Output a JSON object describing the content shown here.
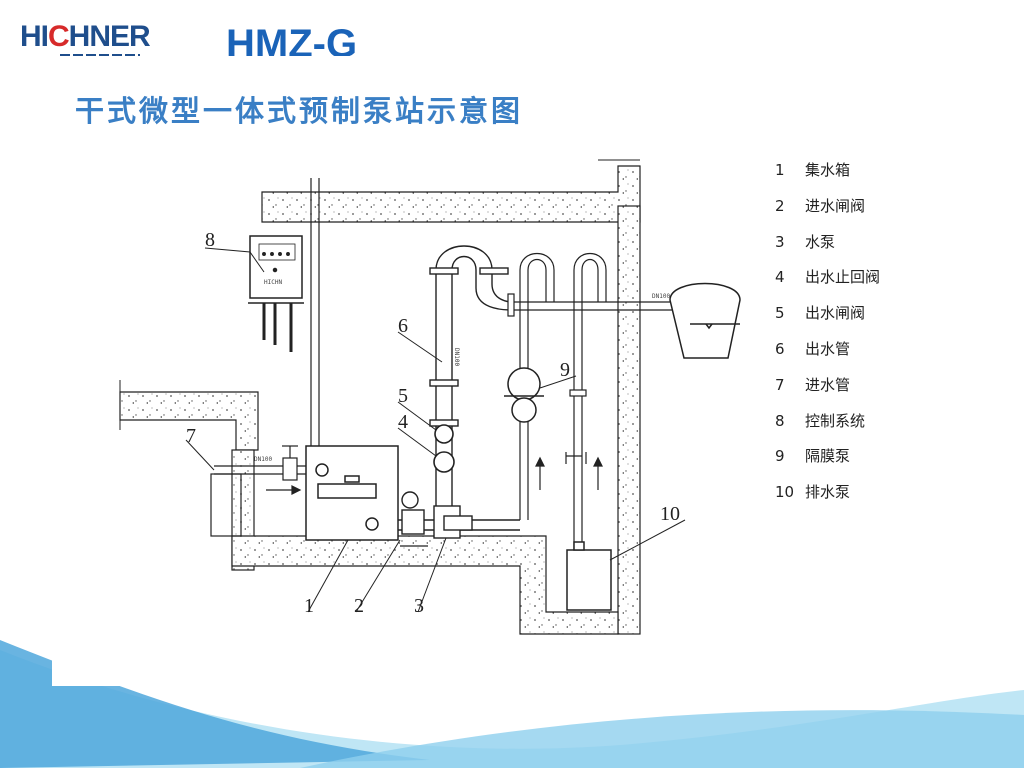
{
  "header": {
    "logo_main": "HI",
    "logo_accent": "C",
    "logo_rest": "HNER",
    "model": "HMZ-G",
    "subtitle": "干式微型一体式预制泵站示意图"
  },
  "diagram": {
    "callouts": [
      "1",
      "2",
      "3",
      "4",
      "5",
      "6",
      "7",
      "8",
      "9",
      "10"
    ],
    "control_box_brand": "HICHN",
    "pipe_spec": "DN100"
  },
  "legend": [
    {
      "num": "1",
      "label": "集水箱"
    },
    {
      "num": "2",
      "label": "进水闸阀"
    },
    {
      "num": "3",
      "label": "水泵"
    },
    {
      "num": "4",
      "label": "出水止回阀"
    },
    {
      "num": "5",
      "label": "出水闸阀"
    },
    {
      "num": "6",
      "label": "出水管"
    },
    {
      "num": "7",
      "label": "进水管"
    },
    {
      "num": "8",
      "label": "控制系统"
    },
    {
      "num": "9",
      "label": "隔膜泵"
    },
    {
      "num": "10",
      "label": "排水泵"
    }
  ],
  "colors": {
    "brand_blue": "#1f4e8c",
    "brand_red": "#d72a2a",
    "title_blue": "#1a63b8",
    "subtitle_blue": "#3a7fc5",
    "wave_light": "#bfe6f5",
    "wave_dark": "#4fa7dc"
  }
}
